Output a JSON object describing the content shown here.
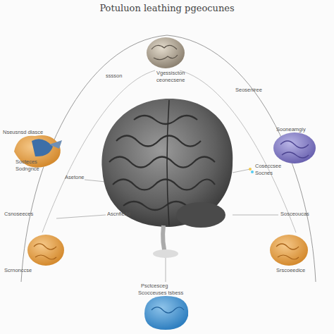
{
  "diagram": {
    "title": "Potuluon leathing pgeocunes",
    "labels": [
      "sssson",
      "Vgessiscton",
      "ceonecsene",
      "Nseusnsd dlasce",
      "Socteces",
      "Sodngnce",
      "Sooneamgiy",
      "Coseccsee",
      "Socnes",
      "Asetone",
      "Csnoseeces",
      "Sosceoucas",
      "Scrnonccse",
      "Srscoeedice",
      "Psctcesceg",
      "Scocceuses tsbess",
      "Ascnfiedd",
      "Seoseniree"
    ]
  }
}
